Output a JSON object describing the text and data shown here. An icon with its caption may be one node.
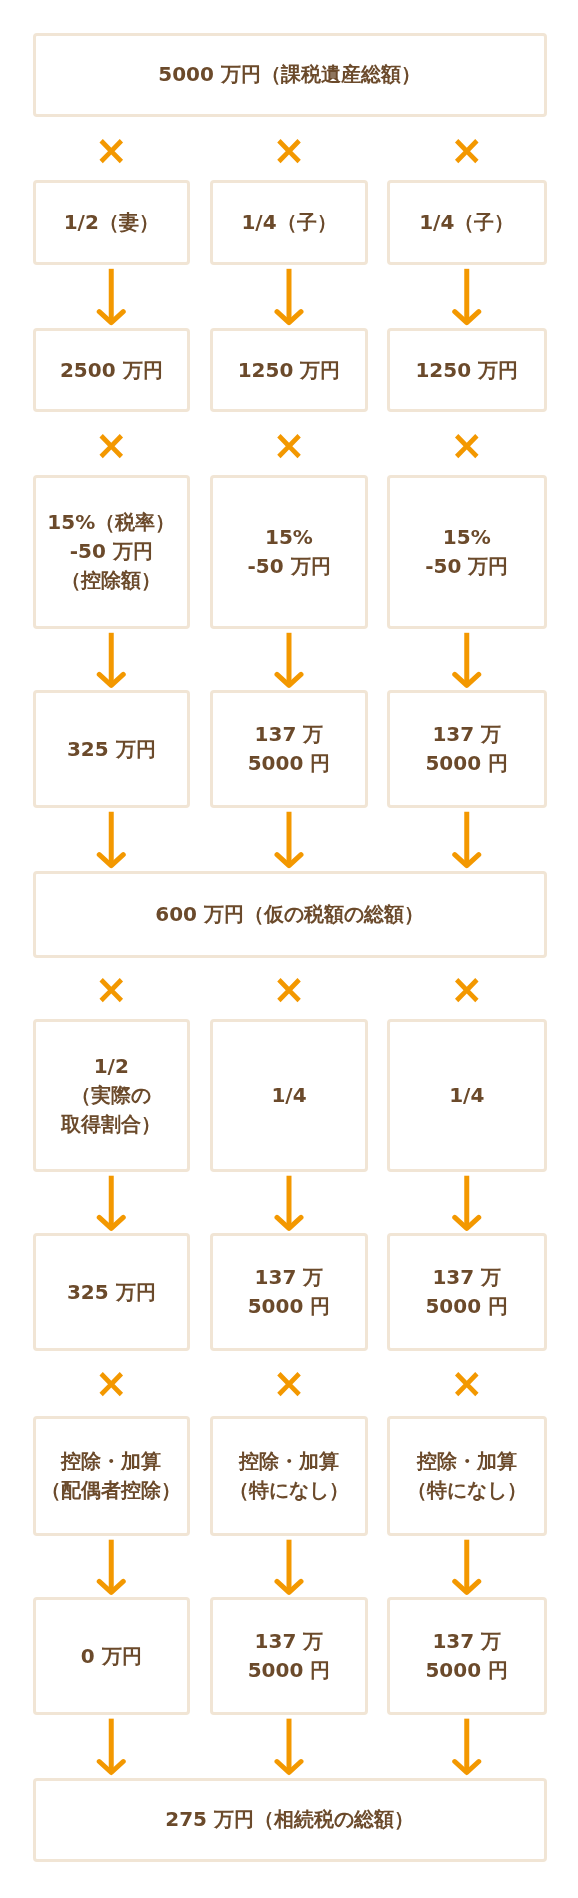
{
  "diagram": {
    "nodes": [
      {
        "text": [
          "5000 万円（課税遺産総額）"
        ]
      },
      {
        "text": [
          "1/2（妻）"
        ]
      },
      {
        "text": [
          "1/4（子）"
        ]
      },
      {
        "text": [
          "1/4（子）"
        ]
      },
      {
        "text": [
          "2500 万円"
        ]
      },
      {
        "text": [
          "1250 万円"
        ]
      },
      {
        "text": [
          "1250 万円"
        ]
      },
      {
        "text": [
          "15%（税率）-50 万円（控除額）"
        ]
      },
      {
        "text": [
          "15% -50 万円"
        ]
      },
      {
        "text": [
          "15% -50 万円"
        ]
      },
      {
        "text": [
          "325 万円"
        ]
      },
      {
        "text": [
          "137 万 5000 円"
        ]
      },
      {
        "text": [
          "137 万 5000 円"
        ]
      },
      {
        "text": [
          "600 万円（仮の税額の総額）"
        ]
      },
      {
        "text": [
          "1/2（実際の取得割合）"
        ]
      },
      {
        "text": [
          "1/4"
        ]
      },
      {
        "text": [
          "1/4"
        ]
      },
      {
        "text": [
          "325 万円"
        ]
      },
      {
        "text": [
          "137 万 5000 円"
        ]
      },
      {
        "text": [
          "137 万 5000 円"
        ]
      },
      {
        "text": [
          "控除・加算（配偶者控除）"
        ]
      },
      {
        "text": [
          "控除・加算（特になし）"
        ]
      },
      {
        "text": [
          "控除・加算（特になし）"
        ]
      },
      {
        "text": [
          "0 万円"
        ]
      },
      {
        "text": [
          "137 万 5000 円"
        ]
      },
      {
        "text": [
          "137 万 5000 円"
        ]
      },
      {
        "text": [
          "275 万円（相続税の総額）"
        ]
      }
    ],
    "edges": [
      {
        "from": 1,
        "to": 4,
        "arrow": "to"
      },
      {
        "from": 2,
        "to": 5,
        "arrow": "to"
      },
      {
        "from": 3,
        "to": 6,
        "arrow": "to"
      },
      {
        "from": 7,
        "to": 10,
        "arrow": "to"
      },
      {
        "from": 8,
        "to": 11,
        "arrow": "to"
      },
      {
        "from": 9,
        "to": 12,
        "arrow": "to"
      },
      {
        "from": 10,
        "to": 13,
        "arrow": "to"
      },
      {
        "from": 11,
        "to": 13,
        "arrow": "to"
      },
      {
        "from": 12,
        "to": 13,
        "arrow": "to"
      },
      {
        "from": 14,
        "to": 17,
        "arrow": "to"
      },
      {
        "from": 15,
        "to": 18,
        "arrow": "to"
      },
      {
        "from": 16,
        "to": 19,
        "arrow": "to"
      },
      {
        "from": 20,
        "to": 23,
        "arrow": "to"
      },
      {
        "from": 21,
        "to": 24,
        "arrow": "to"
      },
      {
        "from": 22,
        "to": 25,
        "arrow": "to"
      },
      {
        "from": 23,
        "to": 26,
        "arrow": "to"
      },
      {
        "from": 24,
        "to": 26,
        "arrow": "to"
      },
      {
        "from": 25,
        "to": 26,
        "arrow": "to"
      }
    ],
    "labels": [
      "×",
      "×",
      "×",
      "×",
      "×",
      "×",
      "×",
      "×",
      "×",
      "×",
      "×",
      "×"
    ]
  }
}
